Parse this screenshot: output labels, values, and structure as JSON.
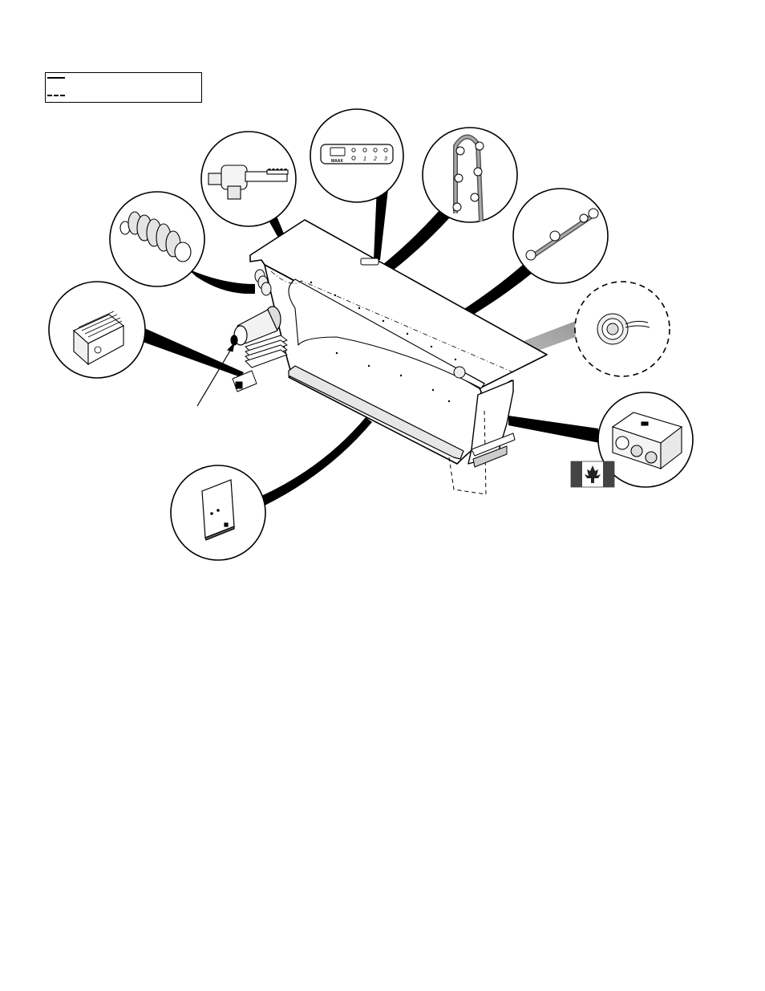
{
  "legend": {
    "items": [
      {
        "style": "solid",
        "label": ""
      },
      {
        "style": "dashed",
        "label": ""
      }
    ]
  },
  "callouts": [
    {
      "id": "heater",
      "icon": "heater-icon",
      "border": "solid"
    },
    {
      "id": "bellows-hose",
      "icon": "bellows-hose-icon",
      "border": "solid"
    },
    {
      "id": "air-valve",
      "icon": "air-valve-icon",
      "border": "solid"
    },
    {
      "id": "control-panel",
      "icon": "control-panel-icon",
      "border": "solid"
    },
    {
      "id": "jet-manifold-vertical",
      "icon": "jets-vertical-icon",
      "border": "solid"
    },
    {
      "id": "jet-manifold-horizontal",
      "icon": "jets-horizontal-icon",
      "border": "solid"
    },
    {
      "id": "underwater-light",
      "icon": "light-icon",
      "border": "dashed"
    },
    {
      "id": "junction-box",
      "icon": "junction-box-icon",
      "border": "solid"
    },
    {
      "id": "access-panel",
      "icon": "access-panel-icon",
      "border": "solid"
    }
  ],
  "control_panel": {
    "brand": "MAAX",
    "digits": [
      "1",
      "2",
      "3"
    ]
  },
  "flag_icon": "canada-flag-icon",
  "colors": {
    "ink": "#000000",
    "paper": "#ffffff",
    "flag_red": "#000000",
    "light_beam": "#bdbdbd"
  }
}
